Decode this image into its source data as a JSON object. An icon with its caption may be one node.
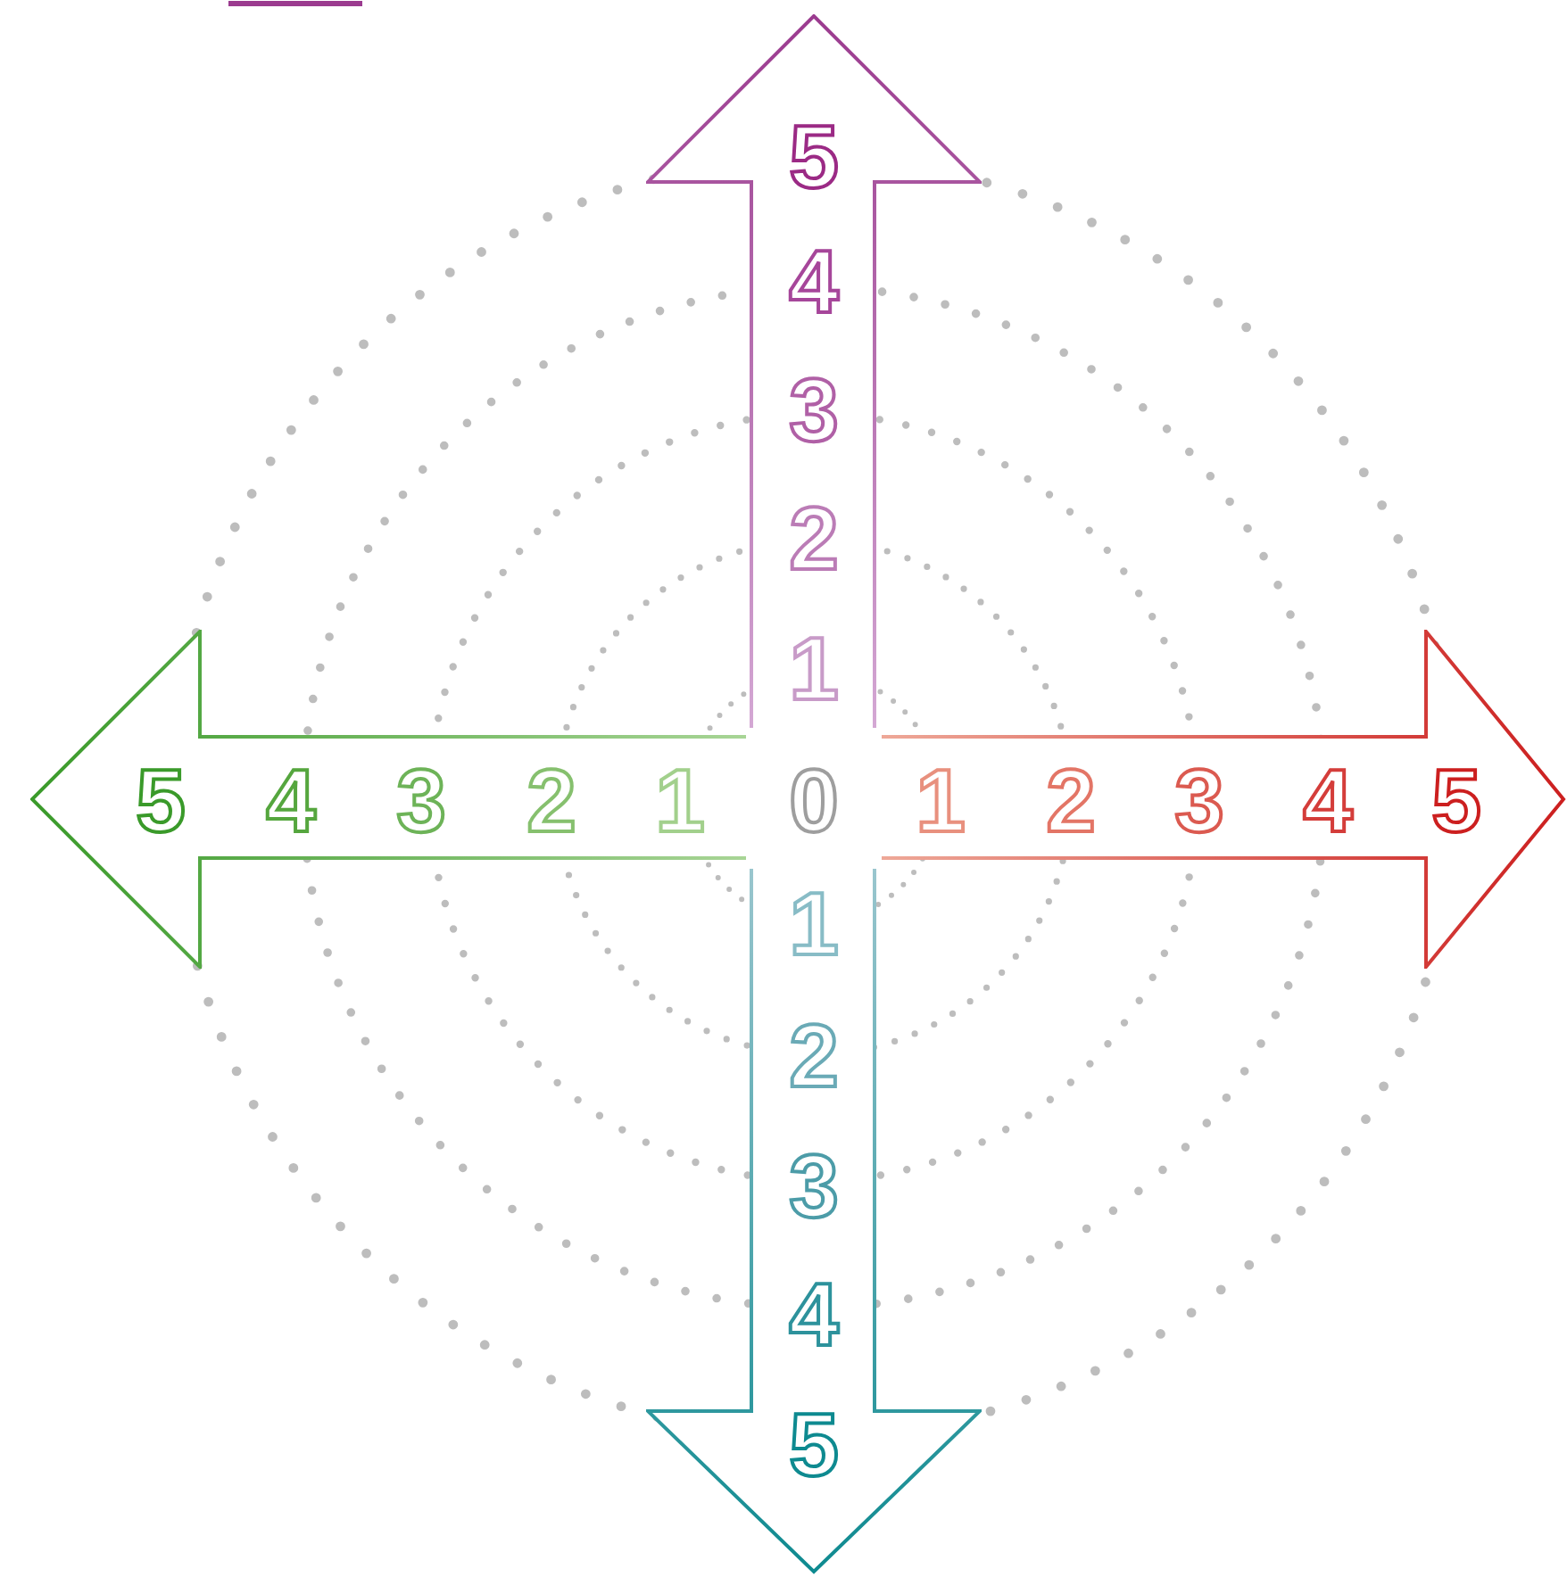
{
  "diagram": {
    "nodes": [
      {
        "text": [
          "5",
          "4",
          "3",
          "2",
          "1"
        ]
      },
      {
        "text": [
          "5",
          "4",
          "3",
          "2",
          "1"
        ]
      },
      {
        "text": [
          "1",
          "2",
          "3",
          "4",
          "5"
        ]
      },
      {
        "text": [
          "1",
          "2",
          "3",
          "4",
          "5"
        ]
      }
    ],
    "labels": [
      "0"
    ]
  }
}
